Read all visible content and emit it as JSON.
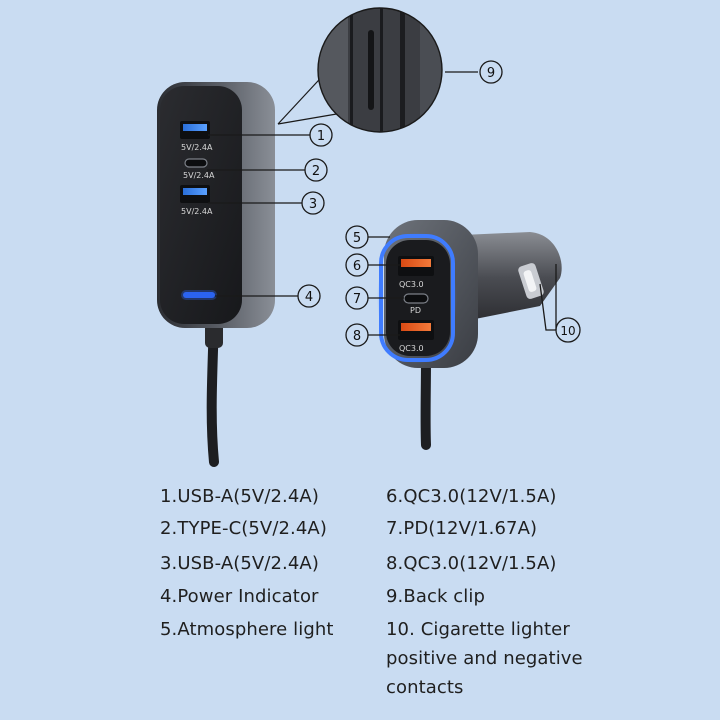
{
  "callouts": [
    "1",
    "2",
    "3",
    "4",
    "5",
    "6",
    "7",
    "8",
    "9",
    "10"
  ],
  "port_labels": {
    "hub_port_1": "5V/2.4A",
    "hub_port_2": "5V/2.4A",
    "hub_port_3": "5V/2.4A",
    "charger_port_6": "QC3.0",
    "charger_port_7": "PD",
    "charger_port_8": "QC3.0"
  },
  "colors": {
    "background": "#c9dcf2",
    "usb_a_blue": "#2f78e6",
    "qc_orange": "#e0561e",
    "indicator_blue": "#2c63f0",
    "atmosphere_ring": "#3f7cff"
  },
  "specs": [
    "1.USB-A(5V/2.4A)",
    "2.TYPE-C(5V/2.4A)",
    "3.USB-A(5V/2.4A)",
    "4.Power Indicator",
    "5.Atmosphere light",
    "6.QC3.0(12V/1.5A)",
    "7.PD(12V/1.67A)",
    "8.QC3.0(12V/1.5A)",
    "9.Back clip",
    "10. Cigarette lighter positive and negative contacts"
  ]
}
